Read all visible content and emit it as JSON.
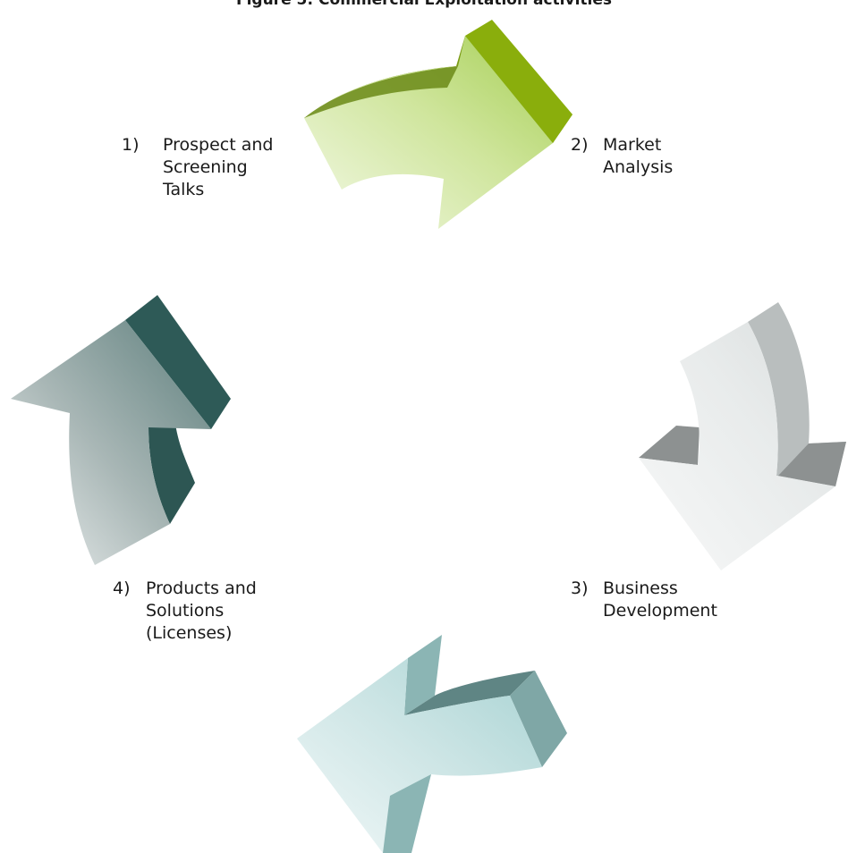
{
  "figure": {
    "title": "Figure 5: Commercial Exploitation activities"
  },
  "steps": [
    {
      "number": "1)",
      "text": "Prospect and\nScreening\nTalks",
      "color": "#9bc53d"
    },
    {
      "number": "2)",
      "text": "Market\nAnalysis",
      "color": "#b8bcbc"
    },
    {
      "number": "3)",
      "text": "Business\nDevelopment",
      "color": "#8cbcbc"
    },
    {
      "number": "4)",
      "text": "Products and\nSolutions\n(Licenses)",
      "color": "#2e5a57"
    }
  ],
  "colors": {
    "arrow_green_dark": "#7ca60f",
    "arrow_green_light": "#c6e08a",
    "arrow_grey_dark": "#8c8f8f",
    "arrow_grey_light": "#e3e6e6",
    "arrow_teal_dark": "#7fa9a7",
    "arrow_teal_light": "#b7d9d8",
    "arrow_darkteal_dark": "#2e5a57",
    "arrow_darkteal_light": "#7f9695"
  }
}
